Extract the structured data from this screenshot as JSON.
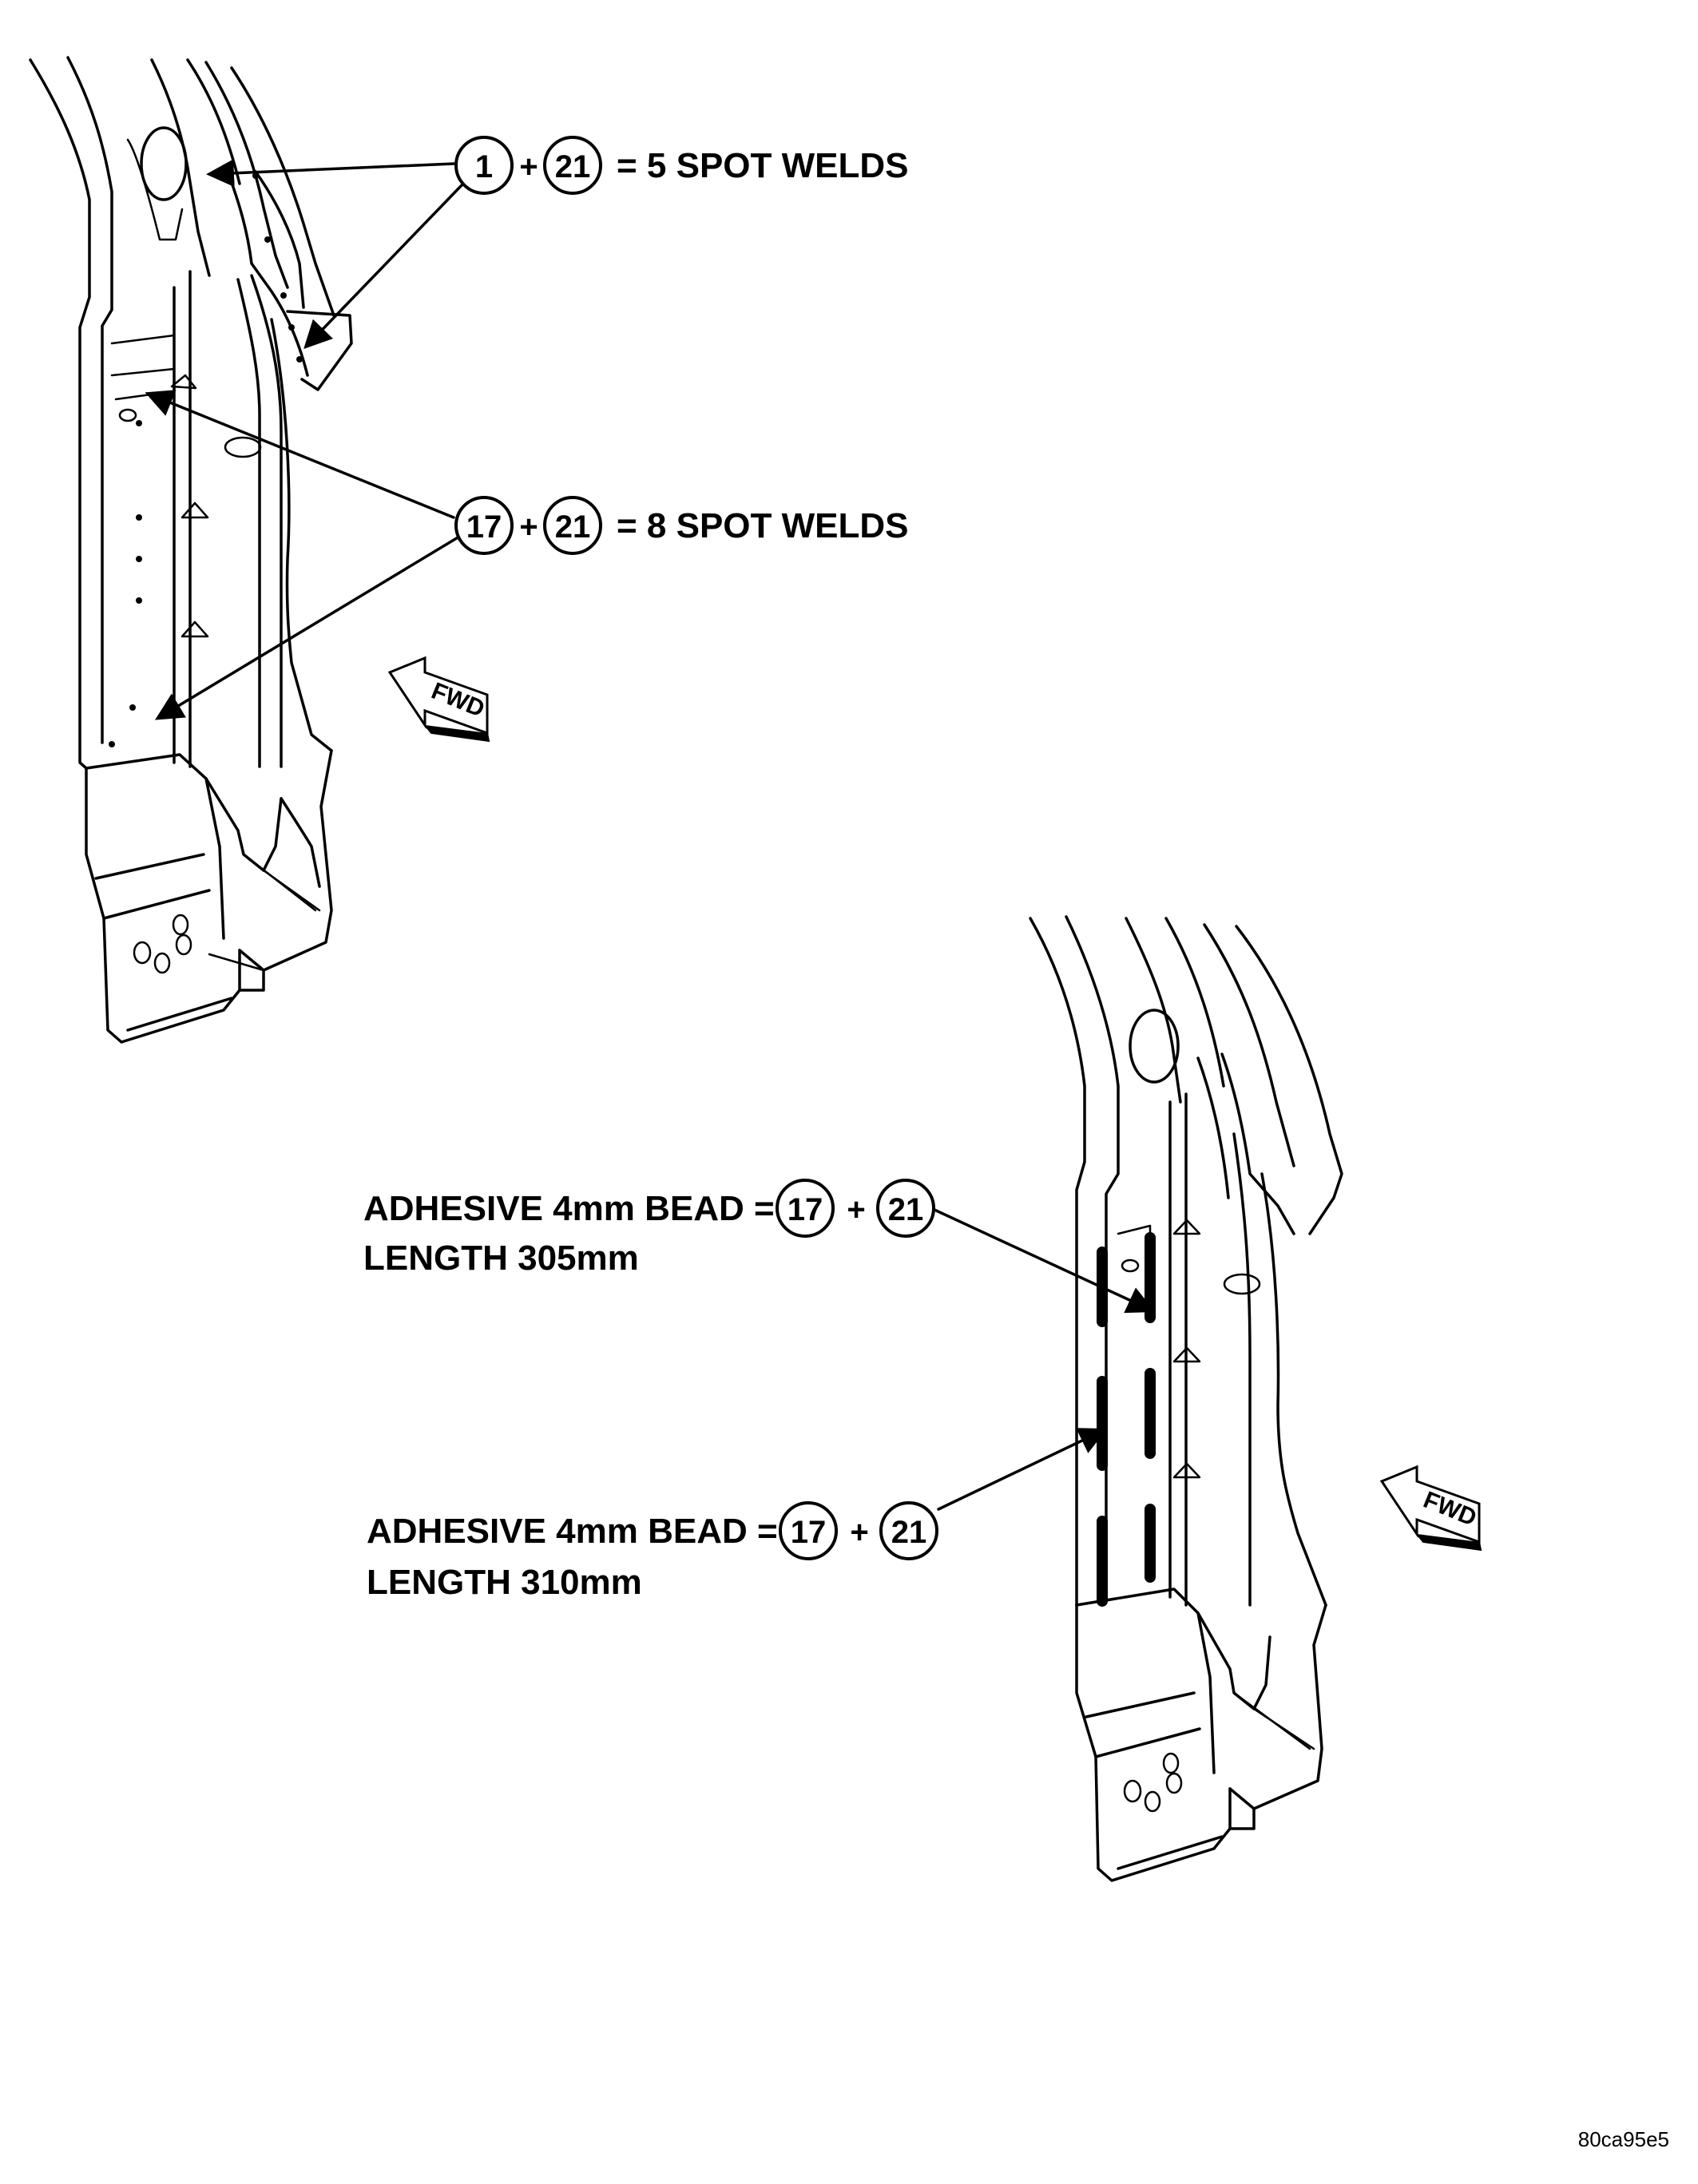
{
  "callouts": {
    "weld_a": {
      "part_a": "1",
      "plus": "+",
      "part_b": "21",
      "text": "= 5 SPOT WELDS"
    },
    "weld_b": {
      "part_a": "17",
      "plus": "+",
      "part_b": "21",
      "text": "= 8 SPOT WELDS"
    },
    "bead_1": {
      "line1": "ADHESIVE 4mm BEAD =",
      "part_a": "17",
      "plus": "+",
      "part_b": "21",
      "line2": "LENGTH 305mm"
    },
    "bead_2": {
      "line1": "ADHESIVE 4mm BEAD =",
      "part_a": "17",
      "plus": "+",
      "part_b": "21",
      "line2": "LENGTH 310mm"
    }
  },
  "direction_arrow": "FWD",
  "figure_ref": "80ca95e5"
}
